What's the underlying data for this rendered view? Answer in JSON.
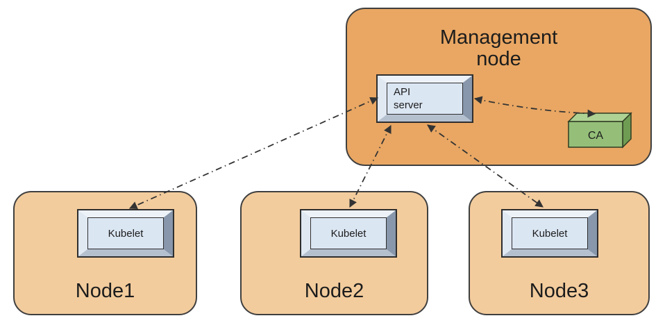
{
  "management_node": {
    "title": "Management node",
    "api_server_label": "API server",
    "ca_label": "CA"
  },
  "nodes": [
    {
      "label": "Node1",
      "component_label": "Kubelet"
    },
    {
      "label": "Node2",
      "component_label": "Kubelet"
    },
    {
      "label": "Node3",
      "component_label": "Kubelet"
    }
  ],
  "connections": [
    {
      "from": "API server",
      "to": "Kubelet (Node1)",
      "style": "dash-dot",
      "bidirectional": true
    },
    {
      "from": "API server",
      "to": "Kubelet (Node2)",
      "style": "dash-dot",
      "bidirectional": true
    },
    {
      "from": "API server",
      "to": "Kubelet (Node3)",
      "style": "dash-dot",
      "bidirectional": true
    },
    {
      "from": "API server",
      "to": "CA",
      "style": "dash-dot",
      "bidirectional": true
    }
  ],
  "colors": {
    "management_fill": "#e9a763",
    "node_fill": "#f3cc9d",
    "component_face": "#dbe6f3",
    "ca_front": "#95bf79",
    "ca_top": "#aed293",
    "ca_side": "#6f9c53",
    "border": "#3f3f3f",
    "arrow": "#333333"
  }
}
